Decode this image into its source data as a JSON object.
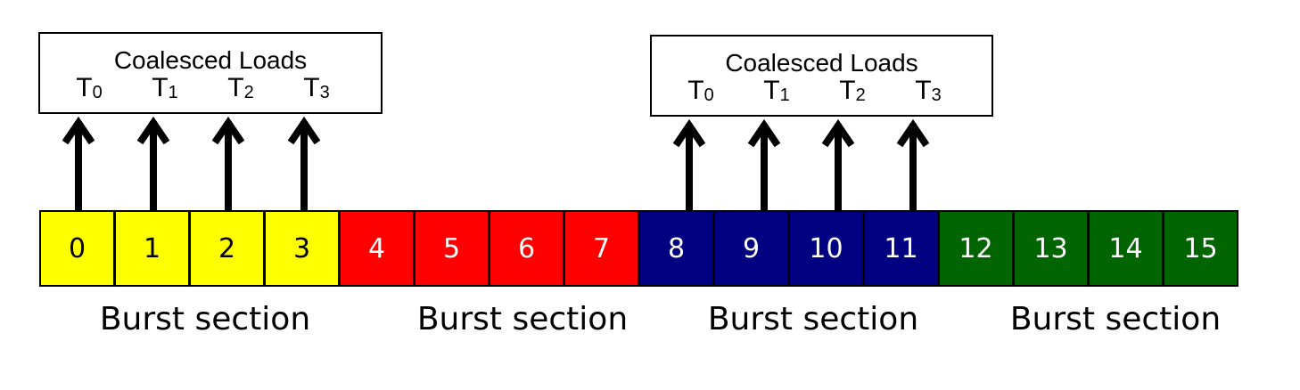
{
  "load_groups": [
    {
      "title": "Coalesced Loads",
      "threads": [
        {
          "label": "T",
          "sub": "0"
        },
        {
          "label": "T",
          "sub": "1"
        },
        {
          "label": "T",
          "sub": "2"
        },
        {
          "label": "T",
          "sub": "3"
        }
      ]
    },
    {
      "title": "Coalesced Loads",
      "threads": [
        {
          "label": "T",
          "sub": "0"
        },
        {
          "label": "T",
          "sub": "1"
        },
        {
          "label": "T",
          "sub": "2"
        },
        {
          "label": "T",
          "sub": "3"
        }
      ]
    }
  ],
  "cells": [
    {
      "label": "0",
      "bg": "#ffff00",
      "fg": "#000000"
    },
    {
      "label": "1",
      "bg": "#ffff00",
      "fg": "#000000"
    },
    {
      "label": "2",
      "bg": "#ffff00",
      "fg": "#000000"
    },
    {
      "label": "3",
      "bg": "#ffff00",
      "fg": "#000000"
    },
    {
      "label": "4",
      "bg": "#ff0000",
      "fg": "#ffffff"
    },
    {
      "label": "5",
      "bg": "#ff0000",
      "fg": "#ffffff"
    },
    {
      "label": "6",
      "bg": "#ff0000",
      "fg": "#ffffff"
    },
    {
      "label": "7",
      "bg": "#ff0000",
      "fg": "#ffffff"
    },
    {
      "label": "8",
      "bg": "#000080",
      "fg": "#ffffff"
    },
    {
      "label": "9",
      "bg": "#000080",
      "fg": "#ffffff"
    },
    {
      "label": "10",
      "bg": "#000080",
      "fg": "#ffffff"
    },
    {
      "label": "11",
      "bg": "#000080",
      "fg": "#ffffff"
    },
    {
      "label": "12",
      "bg": "#006400",
      "fg": "#ffffff"
    },
    {
      "label": "13",
      "bg": "#006400",
      "fg": "#ffffff"
    },
    {
      "label": "14",
      "bg": "#006400",
      "fg": "#ffffff"
    },
    {
      "label": "15",
      "bg": "#006400",
      "fg": "#ffffff"
    }
  ],
  "burst_sections": [
    {
      "label": "Burst section"
    },
    {
      "label": "Burst section"
    },
    {
      "label": "Burst section"
    },
    {
      "label": "Burst section"
    }
  ]
}
